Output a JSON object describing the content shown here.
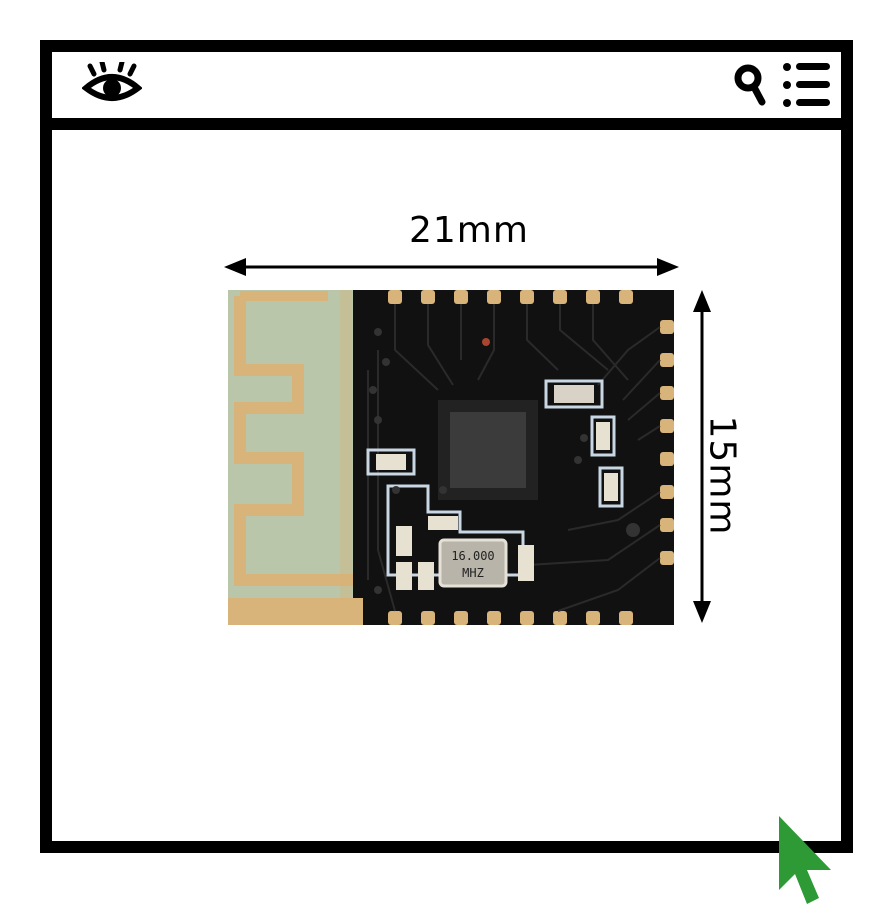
{
  "toolbar": {
    "left_icon": "eye-icon",
    "right_icons": [
      "search-icon",
      "menu-icon"
    ]
  },
  "dimensions": {
    "width_label": "21mm",
    "height_label": "15mm"
  },
  "module": {
    "crystal_label_line1": "16.000",
    "crystal_label_line2": "MHZ"
  },
  "colors": {
    "frame": "#000000",
    "board": "#111111",
    "antenna_bg": "#b9c6aa",
    "antenna_trace": "#d8b37a",
    "silkscreen": "#c9d6e4",
    "cursor": "#2e9a36"
  }
}
